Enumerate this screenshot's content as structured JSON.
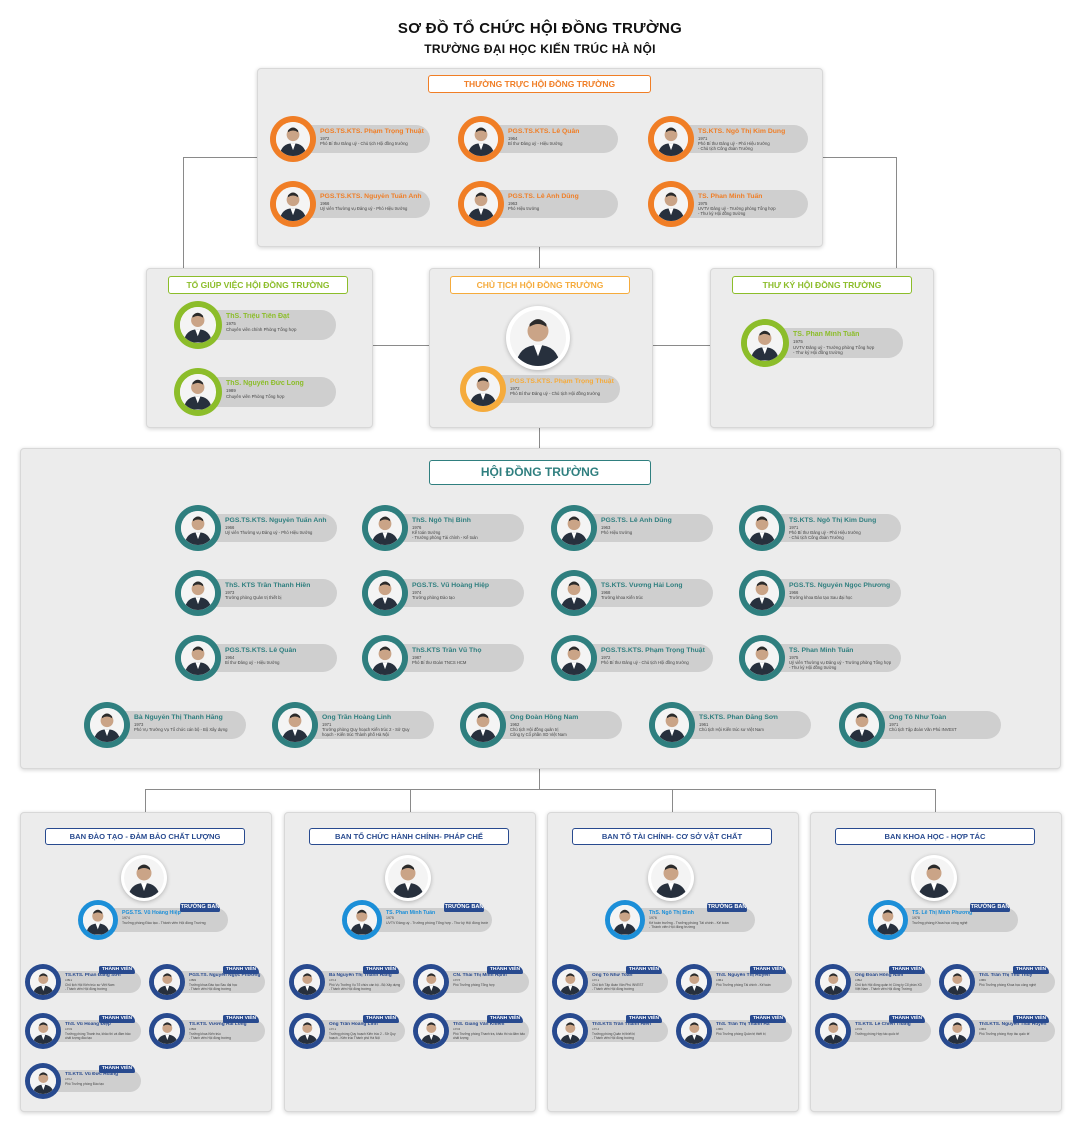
{
  "header": {
    "title": "SƠ ĐỒ TỔ CHỨC HỘI ĐỒNG TRƯỜNG",
    "subtitle": "TRƯỜNG ĐẠI HỌC KIẾN TRÚC HÀ NỘI"
  },
  "colors": {
    "orange": "#f07e26",
    "green": "#8cbd2a",
    "gold": "#f5ab3c",
    "teal": "#2f7f7f",
    "blue": "#1c8fd8",
    "navy": "#284a8f"
  },
  "standing": {
    "title": "THƯỜNG TRỰC HỘI ĐỒNG TRƯỜNG",
    "members": [
      {
        "name": "PGS.TS.KTS. Phạm Trọng Thuật",
        "year": "1972",
        "roles": [
          "Phó Bí thư Đảng uỷ - Chủ tịch Hội đồng trường"
        ]
      },
      {
        "name": "PGS.TS.KTS. Lê Quân",
        "year": "1964",
        "roles": [
          "Bí thư Đảng uỷ - Hiệu trưởng"
        ]
      },
      {
        "name": "TS.KTS. Ngô Thị Kim Dung",
        "year": "1971",
        "roles": [
          "Phó Bí thư Đảng uỷ - Phó Hiệu trưởng",
          "- Chủ tịch Công đoàn Trường"
        ]
      },
      {
        "name": "PGS.TS.KTS. Nguyễn Tuấn Anh",
        "year": "1966",
        "roles": [
          "Uỷ viên Thường vụ Đảng uỷ - Phó Hiệu trưởng"
        ]
      },
      {
        "name": "PGS.TS. Lê Anh Dũng",
        "year": "1963",
        "roles": [
          "Phó Hiệu trưởng"
        ]
      },
      {
        "name": "TS. Phan Minh Tuấn",
        "year": "1975",
        "roles": [
          "UVTV Đảng uỷ - Trưởng phòng Tổng hợp",
          "- Thư ký Hội đồng trường"
        ]
      }
    ]
  },
  "assist": {
    "title": "TỔ GIÚP VIỆC HỘI ĐỒNG TRƯỜNG",
    "members": [
      {
        "name": "ThS. Triệu Tiến Đạt",
        "year": "1975",
        "roles": [
          "Chuyên viên chính Phòng Tổng hợp"
        ]
      },
      {
        "name": "ThS. Nguyễn Đức Long",
        "year": "1989",
        "roles": [
          "Chuyên viên Phòng Tổng hợp"
        ]
      }
    ]
  },
  "chair": {
    "title": "CHỦ TỊCH HỘI ĐỒNG TRƯỜNG",
    "member": {
      "name": "PGS.TS.KTS. Phạm Trọng Thuật",
      "year": "1972",
      "roles": [
        "Phó Bí thư Đảng uỷ - Chủ tịch Hội đồng trường"
      ]
    }
  },
  "secretary": {
    "title": "THƯ KÝ HỘI ĐỒNG TRƯỜNG",
    "member": {
      "name": "TS. Phan Minh Tuấn",
      "year": "1975",
      "roles": [
        "UVTV Đảng uỷ - Trưởng phòng Tổng hợp",
        "- Thư ký Hội đồng trường"
      ]
    }
  },
  "council": {
    "title": "HỘI ĐỒNG TRƯỜNG",
    "members": [
      {
        "name": "PGS.TS.KTS. Nguyễn Tuấn Anh",
        "year": "1966",
        "roles": [
          "Uỷ viên Thường vụ Đảng uỷ - Phó Hiệu trưởng"
        ]
      },
      {
        "name": "ThS. Ngô Thị Bình",
        "year": "1976",
        "roles": [
          "Kế toán trưởng",
          "- Trưởng phòng Tài chính - Kế toán"
        ]
      },
      {
        "name": "PGS.TS. Lê Anh Dũng",
        "year": "1963",
        "roles": [
          "Phó Hiệu trưởng"
        ]
      },
      {
        "name": "TS.KTS. Ngô Thị Kim Dung",
        "year": "1971",
        "roles": [
          "Phó Bí thư Đảng uỷ - Phó Hiệu trưởng",
          "- Chủ tịch Công đoàn Trường"
        ]
      },
      {
        "name": "ThS. KTS Trần Thanh Hiền",
        "year": "1973",
        "roles": [
          "Trưởng phòng Quản trị thiết bị"
        ]
      },
      {
        "name": "PGS.TS. Vũ Hoàng Hiệp",
        "year": "1974",
        "roles": [
          "Trưởng phòng Đào tạo"
        ]
      },
      {
        "name": "TS.KTS. Vương Hải Long",
        "year": "1968",
        "roles": [
          "Trưởng khoa Kiến trúc"
        ]
      },
      {
        "name": "PGS.TS. Nguyễn Ngọc Phương",
        "year": "1966",
        "roles": [
          "Trưởng khoa Đào tạo Sau đại học"
        ]
      },
      {
        "name": "PGS.TS.KTS. Lê Quân",
        "year": "1964",
        "roles": [
          "Bí thư Đảng uỷ - Hiệu trưởng"
        ]
      },
      {
        "name": "ThS.KTS Trần Vũ Thọ",
        "year": "1987",
        "roles": [
          "Phó Bí thư Đoàn TNCS HCM"
        ]
      },
      {
        "name": "PGS.TS.KTS. Phạm Trọng Thuật",
        "year": "1972",
        "roles": [
          "Phó Bí thư Đảng uỷ - Chủ tịch Hội đồng trường"
        ]
      },
      {
        "name": "TS. Phan Minh Tuấn",
        "year": "1975",
        "roles": [
          "Uỷ viên Thường vụ Đảng uỷ - Trưởng phòng Tổng hợp",
          "- Thư ký Hội đồng trường"
        ]
      },
      {
        "name": "Bà Nguyễn Thị Thanh Hằng",
        "year": "1973",
        "roles": [
          "Phó Vụ Trưởng Vụ Tổ chức cán bộ - Bộ Xây dựng"
        ]
      },
      {
        "name": "Ông Trần Hoàng Linh",
        "year": "1971",
        "roles": [
          "Trưởng phòng Quy hoạch Kiến trúc 2 - Sở Quy",
          "hoạch - Kiến trúc Thành phố Hà Nội"
        ]
      },
      {
        "name": "Ông Đoàn Hồng Nam",
        "year": "1962",
        "roles": [
          "Chủ tịch Hội đồng quản trị",
          "Công ty Cổ phần XD Việt Nam"
        ]
      },
      {
        "name": "TS.KTS. Phan Đăng Sơn",
        "year": "1961",
        "roles": [
          "Chủ tịch Hội Kiến trúc sư Việt Nam"
        ]
      },
      {
        "name": "Ông Tô Như Toàn",
        "year": "1971",
        "roles": [
          "Chủ tịch Tập đoàn Văn Phú INVEST"
        ]
      }
    ]
  },
  "boards": [
    {
      "title": "BAN ĐÀO TẠO - ĐẢM BẢO CHẤT LƯỢNG",
      "head_badge": "TRƯỞNG BAN",
      "head": {
        "name": "PGS.TS. Vũ Hoàng Hiệp",
        "year": "1974",
        "roles": [
          "Trưởng phòng Đào tạo - Thành viên Hội đồng Trường"
        ]
      },
      "member_badge": "THÀNH VIÊN",
      "members": [
        {
          "name": "TS.KTS. Phan Đăng Sơn",
          "year": "1961",
          "roles": [
            "Chủ tịch Hội Kiến trúc sư Việt Nam",
            "- Thành viên Hội đồng trường"
          ]
        },
        {
          "name": "PGS.TS. Nguyễn Ngọc Phương",
          "year": "1966",
          "roles": [
            "Trưởng khoa Đào tạo Sau đại học",
            "- Thành viên Hội đồng trường"
          ]
        },
        {
          "name": "ThS. Vũ Hoàng Điệp",
          "year": "1976",
          "roles": [
            "Trưởng phòng Thanh tra, khảo thí và đảm bảo",
            "chất lượng đào tạo"
          ]
        },
        {
          "name": "TS.KTS. Vương Hải Long",
          "year": "1968",
          "roles": [
            "Trưởng khoa Kiến trúc",
            "- Thành viên Hội đồng trường"
          ]
        },
        {
          "name": "TS.KTS. Vũ Đức Hoàng",
          "year": "1972",
          "roles": [
            "Phó Trưởng phòng Đào tạo"
          ]
        }
      ]
    },
    {
      "title": "BAN TỔ CHỨC HÀNH CHÍNH- PHÁP CHẾ",
      "head_badge": "TRƯỞNG BAN",
      "head": {
        "name": "TS. Phan Minh Tuấn",
        "year": "1975",
        "roles": [
          "UVTV Đảng uỷ - Trưởng phòng Tổng hợp - Thư ký Hội đồng trường"
        ]
      },
      "member_badge": "THÀNH VIÊN",
      "members": [
        {
          "name": "Bà Nguyễn Thị Thanh Hằng",
          "year": "1973",
          "roles": [
            "Phó Vụ Trưởng Vụ Tổ chức cán bộ - Bộ Xây dựng",
            "- Thành viên Hội đồng trường"
          ]
        },
        {
          "name": "CN. Thái Thị Minh Hạnh",
          "year": "1979",
          "roles": [
            "Phó Trưởng phòng Tổng hợp"
          ]
        },
        {
          "name": "Ông Trần Hoàng Linh",
          "year": "1971",
          "roles": [
            "Trưởng phòng Quy hoạch Kiến trúc 2 - Sở Quy",
            "hoạch - Kiến trúc Thành phố Hà Nội"
          ]
        },
        {
          "name": "ThS. Giang Văn Khiêm",
          "year": "1978",
          "roles": [
            "Phó Trưởng phòng Thanh tra, khảo thí và đảm bảo",
            "chất lượng"
          ]
        }
      ]
    },
    {
      "title": "BAN TỔ TÀI CHÍNH- CƠ SỞ VẬT CHẤT",
      "head_badge": "TRƯỞNG BAN",
      "head": {
        "name": "ThS. Ngô Thị Bình",
        "year": "1976",
        "roles": [
          "Kế toán trưởng - Trưởng phòng Tài chính - Kế toán",
          "- Thành viên Hội đồng trường"
        ]
      },
      "member_badge": "THÀNH VIÊN",
      "members": [
        {
          "name": "Ông Tô Như Toàn",
          "year": "1971",
          "roles": [
            "Chủ tịch Tập đoàn Văn Phú INVEST",
            "- Thành viên Hội đồng trường"
          ]
        },
        {
          "name": "ThS. Nguyễn Thị Huyền",
          "year": "1981",
          "roles": [
            "Phó Trưởng phòng Tài chính - Kế toán"
          ]
        },
        {
          "name": "ThS.KTS Trần Thanh Hiền",
          "year": "1973",
          "roles": [
            "Trưởng phòng Quản trị thiết bị",
            "- Thành viên Hội đồng trường"
          ]
        },
        {
          "name": "ThS. Trần Thị Thanh Hà",
          "year": "1980",
          "roles": [
            "Phó Trưởng phòng Quản trị thiết bị"
          ]
        }
      ]
    },
    {
      "title": "BAN KHOA HỌC - HỢP TÁC",
      "head_badge": "TRƯỞNG BAN",
      "head": {
        "name": "TS. Lê Thị Minh Phương",
        "year": "1978",
        "roles": [
          "Trưởng phòng Khoa học công nghệ"
        ]
      },
      "member_badge": "THÀNH VIÊN",
      "members": [
        {
          "name": "Ông Đoàn Hồng Nam",
          "year": "1962",
          "roles": [
            "Chủ tịch Hội đồng quản trị Công ty Cổ phần XD",
            "Việt Nam - Thành viên Hội đồng Trường"
          ]
        },
        {
          "name": "ThS. Trần Thị Thu Thủy",
          "year": "1980",
          "roles": [
            "Phó Trưởng phòng Khoa học công nghệ"
          ]
        },
        {
          "name": "TS.KTS. Lê Chiến Thắng",
          "year": "1976",
          "roles": [
            "Trưởng phòng Hợp tác quốc tế"
          ]
        },
        {
          "name": "ThS.KTS. Nguyễn Thái Huyền",
          "year": "1984",
          "roles": [
            "Phó Trưởng phòng Hợp tác quốc tế"
          ]
        }
      ]
    }
  ]
}
